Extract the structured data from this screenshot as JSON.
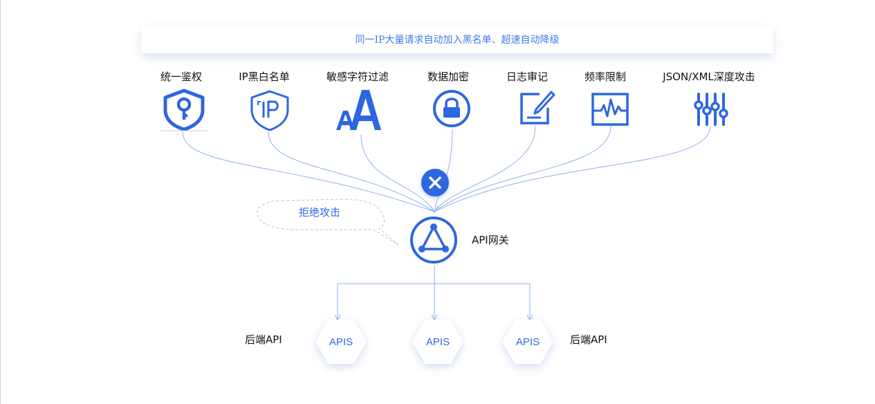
{
  "banner": "同一IP大量请求自动加入黑名单、超速自动降级",
  "features": [
    {
      "label": "统一鉴权",
      "icon": "shield-key-icon"
    },
    {
      "label": "IP黑白名单",
      "icon": "shield-ip-icon"
    },
    {
      "label": "敏感字符过滤",
      "icon": "letters-aa-icon"
    },
    {
      "label": "数据加密",
      "icon": "lock-icon"
    },
    {
      "label": "日志审记",
      "icon": "log-edit-icon"
    },
    {
      "label": "频率限制",
      "icon": "rate-wave-icon"
    },
    {
      "label": "JSON/XML深度攻击",
      "icon": "sliders-icon"
    }
  ],
  "block_icon": "close-icon",
  "reject_text": "拒绝攻击",
  "gateway": {
    "label": "API网关",
    "icon": "triangle-network-icon"
  },
  "backend": {
    "left_label": "后端API",
    "right_label": "后端API",
    "nodes": [
      "APIS",
      "APIS",
      "APIS"
    ]
  },
  "colors": {
    "accent": "#2d67e0",
    "line": "#8eb0ea",
    "banner_text": "#3d7be8"
  }
}
